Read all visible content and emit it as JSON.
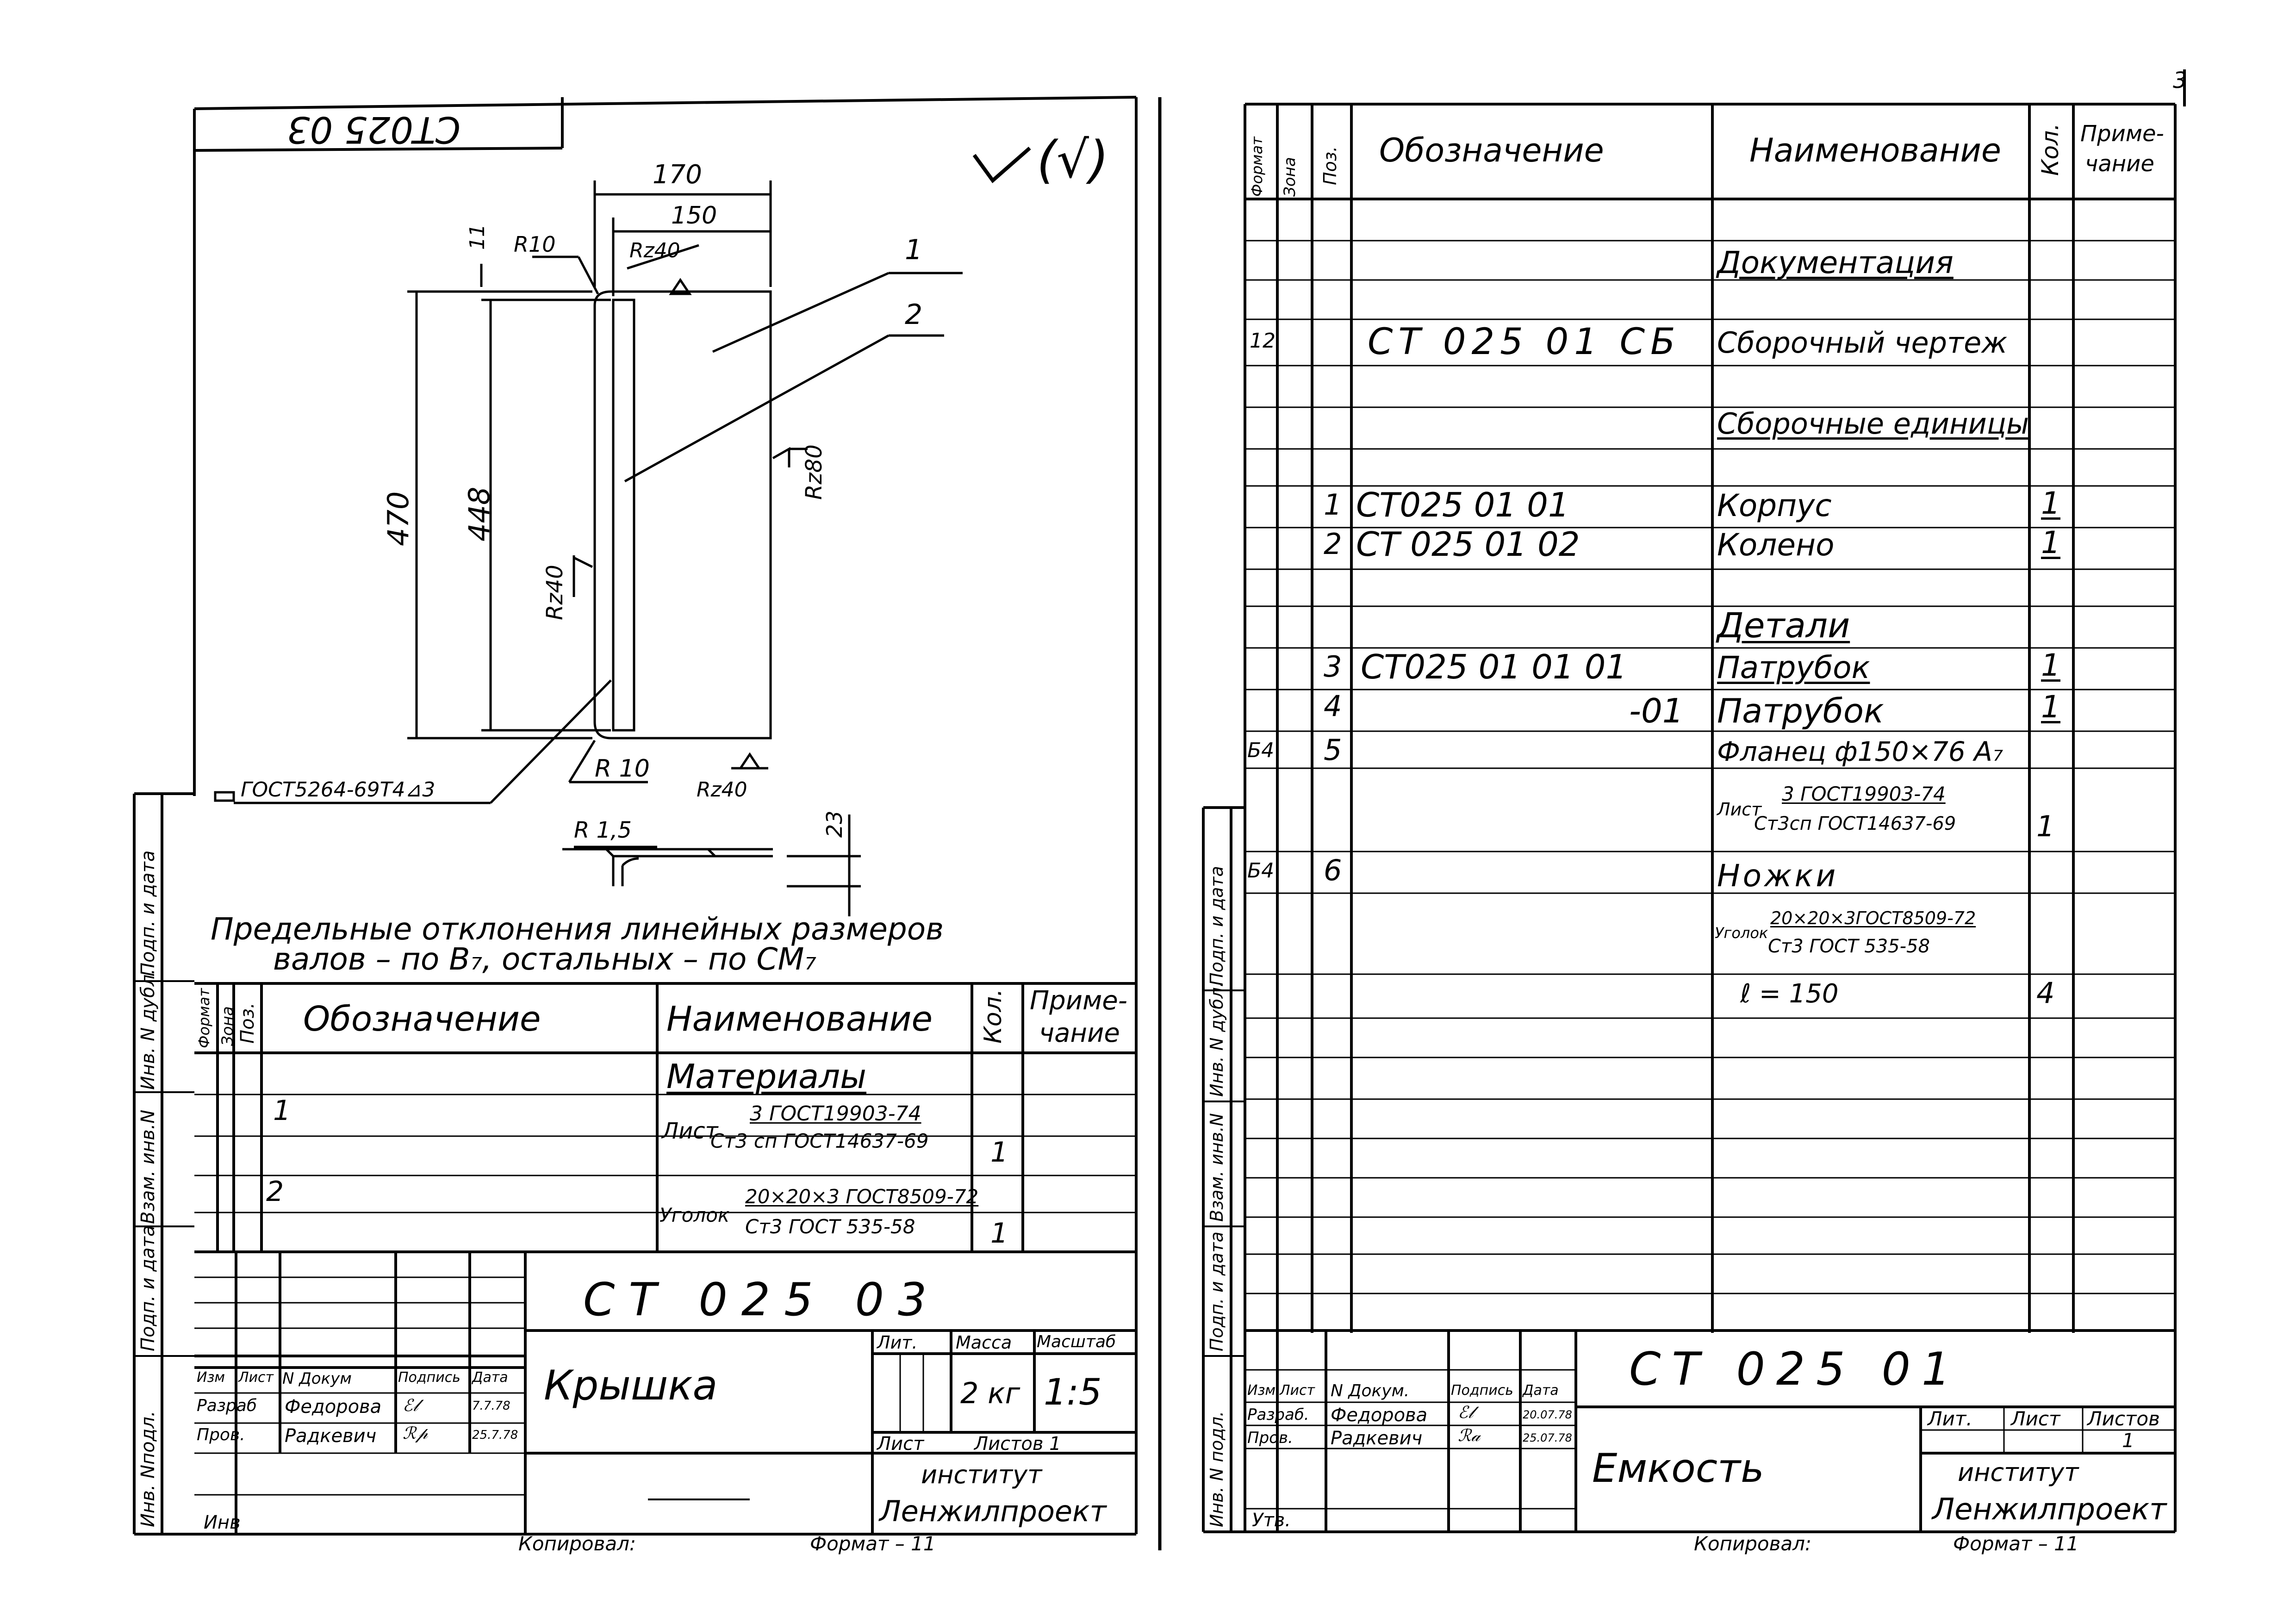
{
  "left_sheet": {
    "stamp": "СТ025 03",
    "roughness_symbol": "√ (√)",
    "dims": {
      "d170": "170",
      "d150": "150",
      "d11": "11",
      "r10_top": "R10",
      "rz40_top": "Rz40",
      "leader1": "1",
      "leader2": "2",
      "rz80": "Rz80",
      "d470": "470",
      "d448": "448",
      "rz40_left": "Rz40",
      "r10_bottom": "R 10",
      "rz40_bottom": "Rz40",
      "weld": "ГОСТ5264-69Т4⊿3",
      "r15": "R 1,5",
      "d23": "23"
    },
    "tolerance_line1": "Предельные отклонения линейных размеров",
    "tolerance_line2": "валов – по В₇, остальных – по СМ₇",
    "table_headers": {
      "format": "Формат",
      "zone": "Зона",
      "pos": "Поз.",
      "designation": "Обозначение",
      "name": "Наименование",
      "qty": "Кол.",
      "note_line1": "Приме-",
      "note_line2": "чание"
    },
    "section_materials": "Материалы",
    "rows": [
      {
        "pos": "1",
        "name_prefix": "Лист",
        "name_top": "3 ГОСТ19903-74",
        "name_bottom": "Ст3 сп ГОСТ14637-69",
        "qty": "1"
      },
      {
        "pos": "2",
        "name_prefix": "Уголок",
        "name_top": "20×20×3 ГОСТ8509-72",
        "name_bottom": "Ст3 ГОСТ 535-58",
        "qty": "1"
      }
    ],
    "title_block": {
      "code": "СТ 025 03",
      "title": "Крышка",
      "lit_label": "Лит.",
      "mass_label": "Масса",
      "scale_label": "Масштаб",
      "mass": "2 кг",
      "scale": "1:5",
      "sheet_label": "Лист",
      "sheets_label": "Листов 1",
      "org_line1": "институт",
      "org_line2": "Ленжилпроект",
      "izm": "Изм",
      "list": "Лист",
      "ndokum": "N Докум",
      "podpis": "Подпись",
      "data": "Дата",
      "razrab_label": "Разраб",
      "razrab_name": "Федорова",
      "razrab_date": "7.7.78",
      "prov_label": "Пров.",
      "prov_name": "Радкевич",
      "prov_date": "25.7.78",
      "inv_label": "Инв"
    },
    "side_stamps": [
      "Инв. Nподл.",
      "Подп. и дата",
      "Взам. инв.N",
      "Инв. N дубл.",
      "Подп. и дата"
    ],
    "footer_copied": "Копировал:",
    "footer_format": "Формат – 11"
  },
  "right_sheet": {
    "page_number": "3",
    "table_headers": {
      "format": "Формат",
      "zone": "Зона",
      "pos": "Поз.",
      "designation": "Обозначение",
      "name": "Наименование",
      "qty": "Кол.",
      "note_line1": "Приме-",
      "note_line2": "чание"
    },
    "section_docs": "Документация",
    "row_docs": {
      "format": "12",
      "designation": "СТ 025 01 СБ",
      "name": "Сборочный чертеж"
    },
    "section_units": "Сборочные единицы",
    "rows_units": [
      {
        "pos": "1",
        "designation": "СТ025 01 01",
        "name": "Корпус",
        "qty": "1"
      },
      {
        "pos": "2",
        "designation": "СТ 025 01 02",
        "name": "Колено",
        "qty": "1"
      }
    ],
    "section_parts": "Детали",
    "rows_parts": [
      {
        "pos": "3",
        "designation": "СТ025 01 01 01",
        "name": "Патрубок",
        "qty": "1"
      },
      {
        "pos": "4",
        "designation": "-01",
        "name": "Патрубок",
        "qty": "1"
      }
    ],
    "row5": {
      "format": "Б4",
      "pos": "5",
      "name": "Фланец ф150×76 А₇",
      "sub_prefix": "Лист",
      "sub_top": "3 ГОСТ19903-74",
      "sub_bottom": "Ст3сп ГОСТ14637-69",
      "qty": "1"
    },
    "row6": {
      "format": "Б4",
      "pos": "6",
      "name": "Ножки",
      "sub_prefix": "Уголок",
      "sub_top": "20×20×3ГОСТ8509-72",
      "sub_bottom": "Ст3 ГОСТ 535-58",
      "length": "ℓ = 150",
      "qty": "4"
    },
    "title_block": {
      "code": "СТ 025 01",
      "title": "Емкость",
      "lit_label": "Лит.",
      "sheet_label": "Лист",
      "sheets_label": "Листов",
      "sheets_value": "1",
      "org_line1": "институт",
      "org_line2": "Ленжилпроект",
      "izm": "Изм",
      "list": "Лист",
      "ndokum": "N Докум.",
      "podpis": "Подпись",
      "data": "Дата",
      "razrab_label": "Разраб.",
      "razrab_name": "Федорова",
      "razrab_date": "20.07.78",
      "prov_label": "Пров.",
      "prov_name": "Радкевич",
      "prov_date": "25.07.78",
      "utv_label": "Утв."
    },
    "side_stamps": [
      "Инв. N подл.",
      "Подп. и дата",
      "Взам. инв.N",
      "Инв. N дубл.",
      "Подп. и дата"
    ],
    "footer_copied": "Копировал:",
    "footer_format": "Формат – 11"
  }
}
